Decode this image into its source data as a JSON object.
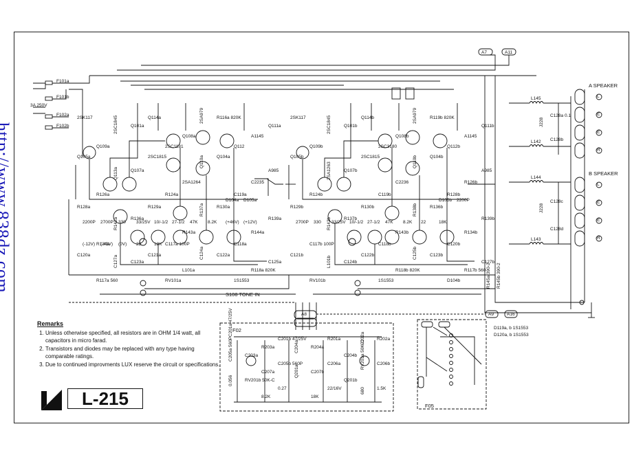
{
  "watermark": {
    "url": "http://www.838dz.com"
  },
  "model": "L-215",
  "remarks": {
    "title": "Remarks",
    "items": [
      "Unless otherwise specified, all resistors are in OHM 1/4 watt, all capacitors in micro farad.",
      "Transistors and diodes may be replaced with any type having comparable ratings.",
      "Due to continued improvments LUX reserve the circuit or specifications."
    ]
  },
  "labels": {
    "a_speaker": "A SPEAKER",
    "b_speaker": "B SPEAKER",
    "fuse_rating": "3A 250V",
    "tone_switch": "S108  TONE IN",
    "board_f02": "F02",
    "board_f05": "F05",
    "connector_a7": "A7",
    "connector_a11": "A11",
    "connector_a8": "A8",
    "connector_a9": "A9",
    "connector_a16": "A16",
    "diode_note_1": "D119a, b 1S1553",
    "diode_note_2": "D120a, b 1S1553",
    "fuses": [
      "F101a",
      "F101b",
      "F102a",
      "F102b"
    ],
    "speaker_terminals": [
      "L",
      "E",
      "E",
      "R",
      "L",
      "E",
      "E",
      "R"
    ],
    "left_parts": [
      "2SK117",
      "Q114a",
      "R116a 820K",
      "Q101a",
      "2SA979",
      "Q111a",
      "2SC1845",
      "Q108a",
      "A1145",
      "Q109a",
      "2SC1181",
      "Q112",
      "Q105a",
      "2SC1815",
      "Q104a",
      "Q107a",
      "Q110a",
      "A985",
      "Q113a",
      "2SA1264",
      "C2235",
      "R126a",
      "R124a",
      "C119a",
      "R128a",
      "R129a",
      "R130a",
      "R136a",
      "R137a",
      "R139a",
      "R142a",
      "R143a",
      "R144a",
      "R134a",
      "C117a 100P",
      "C118a",
      "C120a",
      "C121a",
      "C122a",
      "C123a",
      "C124a",
      "C125a",
      "C127a",
      "L101a",
      "R118a 820K",
      "R117a 560",
      "RV101a",
      "1S1553",
      "D104a",
      "D105a",
      "2200P",
      "2700P",
      "330",
      "33/25V",
      "10/-1/2",
      "27-1/2",
      "47K",
      "8.2K",
      "(+46V)",
      "(+12V)",
      "(-12V)",
      "(-43V)",
      "(0V)",
      "22",
      "18K"
    ],
    "right_parts": [
      "2SK117",
      "Q114b",
      "R119b 820K",
      "Q101b",
      "2SA979",
      "Q111b",
      "2SC1845",
      "Q108b",
      "A1145",
      "Q109b",
      "2SC3180",
      "Q112b",
      "Q105b",
      "2SC1815",
      "Q104b",
      "Q107b",
      "Q110b",
      "A985",
      "2SA1263",
      "C2236",
      "R126b",
      "R124b",
      "C119b",
      "R128b",
      "R129b",
      "R130b",
      "R136b",
      "R137b",
      "R138b",
      "R139b",
      "R142b",
      "R143b",
      "R134b",
      "C117b 100P",
      "C118b",
      "C120b",
      "C121b",
      "C122b",
      "C123b",
      "C124b",
      "C125b",
      "C127b",
      "L101b",
      "R118b 820K",
      "R117b 560",
      "RV101b",
      "1S1553",
      "D104b",
      "D105b",
      "2200P",
      "2700P",
      "330",
      "33/25V",
      "10/-1/2",
      "27-1/2",
      "47K",
      "8.2K",
      "22",
      "18K"
    ],
    "output_parts": [
      "L145",
      "L142",
      "L144",
      "L143",
      "C128a 0.1",
      "C128b",
      "C128c",
      "C128d",
      "R145a 390-2",
      "R145b 390-2",
      "J228",
      "J228"
    ],
    "f02_parts": [
      "C201a 47/25V",
      "C201b 47/25V",
      "R201a",
      "R202a",
      "R203a",
      "R204a",
      "C202a",
      "C203a",
      "C204a",
      "C204b",
      "C205a 560P",
      "C205b 560P",
      "C206a",
      "C206b",
      "C207a",
      "C207b",
      "RV201a 50K-C",
      "RV201b 50K-C",
      "Q201a",
      "Q201b",
      "0.056",
      "0.27",
      "22/16V",
      "1.5K",
      "8.2K",
      "18K",
      "680"
    ]
  }
}
